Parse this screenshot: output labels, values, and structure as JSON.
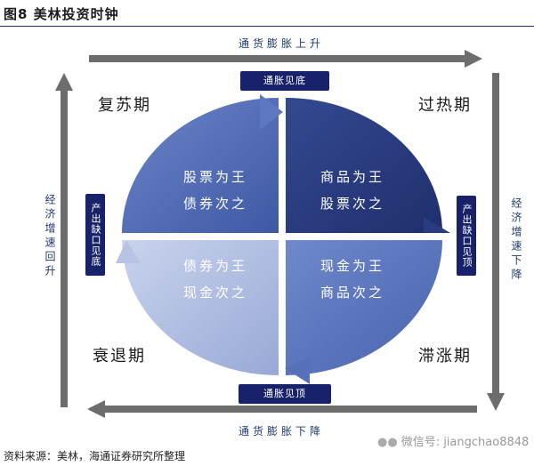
{
  "figure": {
    "title": "图8  美林投资时钟"
  },
  "axes": {
    "top": "通货膨胀上升",
    "bottom": "通货膨胀下降",
    "left": "经济增速回升",
    "right": "经济增速下降"
  },
  "boxes": {
    "top": "通胀见底",
    "bottom": "通胀见顶",
    "left": "产出缺口见底",
    "right": "产出缺口见顶"
  },
  "phases": {
    "top_left": "复苏期",
    "top_right": "过热期",
    "bottom_left": "衰退期",
    "bottom_right": "滞涨期"
  },
  "quadrants": {
    "top_left": {
      "line1": "股票为王",
      "line2": "债券次之",
      "color": "#4a63ae"
    },
    "top_right": {
      "line1": "商品为王",
      "line2": "股票次之",
      "color": "#2b3f86"
    },
    "bottom_left": {
      "line1": "债券为王",
      "line2": "现金次之",
      "color": "#aebddf"
    },
    "bottom_right": {
      "line1": "现金为王",
      "line2": "商品次之",
      "color": "#5e79c1"
    }
  },
  "colors": {
    "arrow_gray": "#6d6d6d",
    "box_navy": "#17226b",
    "accent_blue": "#3a5fb8"
  },
  "source": "资料来源：美林，海通证券研究所整理",
  "watermark": {
    "icon": "wechat-icon",
    "text": "微信号: jiangchao8848"
  }
}
